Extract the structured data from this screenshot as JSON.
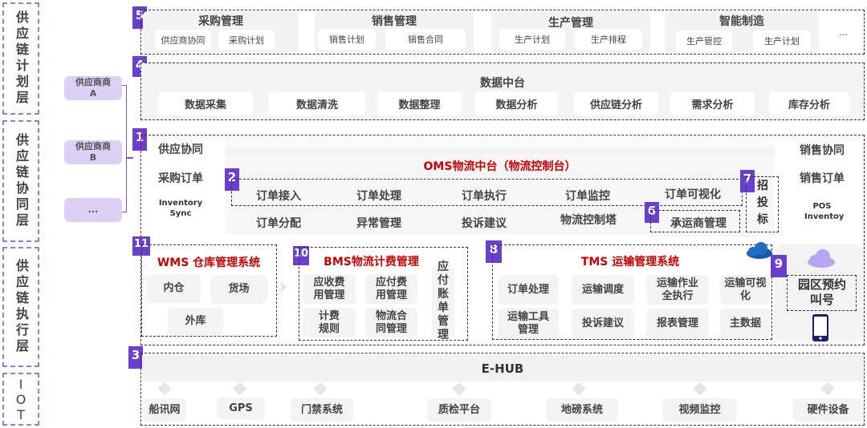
{
  "layers": [
    "供应链计划层",
    "供应链协同层",
    "供应链执行层",
    "IOT"
  ],
  "suppliers": [
    "供应商商A",
    "供应商商B",
    "..."
  ],
  "badges": [
    "5",
    "4",
    "1",
    "2",
    "6",
    "7",
    "11",
    "10",
    "8",
    "9",
    "3"
  ],
  "layer5": {
    "groups": [
      {
        "title": "采购管理",
        "items": [
          "供应商协同",
          "采购计划"
        ]
      },
      {
        "title": "销售管理",
        "items": [
          "销售计划",
          "销售合同"
        ]
      },
      {
        "title": "生产管理",
        "items": [
          "生产计划",
          "生产排程"
        ]
      },
      {
        "title": "智能制造",
        "items": [
          "生产管控",
          "生产计划"
        ]
      }
    ],
    "more": "..."
  },
  "layer4": {
    "title": "数据中台",
    "items": [
      "数据采集",
      "数据清洗",
      "数据整理",
      "数据分析",
      "供应链分析",
      "需求分析",
      "库存分析"
    ]
  },
  "oms": {
    "left": [
      "供应协同",
      "采购订单",
      "Inventory Sync"
    ],
    "right": [
      "销售协同",
      "销售订单",
      "POS Inventoy"
    ],
    "title": "OMS物流中台（物流控制台）",
    "row1": [
      "订单接入",
      "订单处理",
      "订单执行",
      "订单监控",
      "订单可视化"
    ],
    "row2": [
      "订单分配",
      "异常管理",
      "投诉建议",
      "物流控制塔"
    ],
    "carrier": "承运商管理",
    "bidding": "招投标"
  },
  "wms": {
    "title": "WMS 仓库管理系统",
    "items": [
      "内仓",
      "货场",
      "外库"
    ]
  },
  "bms": {
    "title": "BMS物流计费管理",
    "items": [
      "应收费用管理",
      "应付费用管理",
      "计费规则",
      "物流合同管理"
    ],
    "side": "应付账单管理"
  },
  "tms": {
    "title": "TMS 运输管理系统",
    "items": [
      "订单处理",
      "运输调度",
      "运输作业全执行",
      "运输可视化",
      "运输工具管理",
      "投诉建议",
      "报表管理",
      "主数据"
    ]
  },
  "park": {
    "label": "园区预约叫号"
  },
  "ehub": {
    "title": "E-HUB",
    "items": [
      "船讯网",
      "GPS",
      "门禁系统",
      "质检平台",
      "地磅系统",
      "视频监控",
      "硬件设备"
    ]
  },
  "colors": {
    "accent": "#6a3fd0",
    "red": "#cc0000",
    "supplier": "#dcd0f7"
  }
}
